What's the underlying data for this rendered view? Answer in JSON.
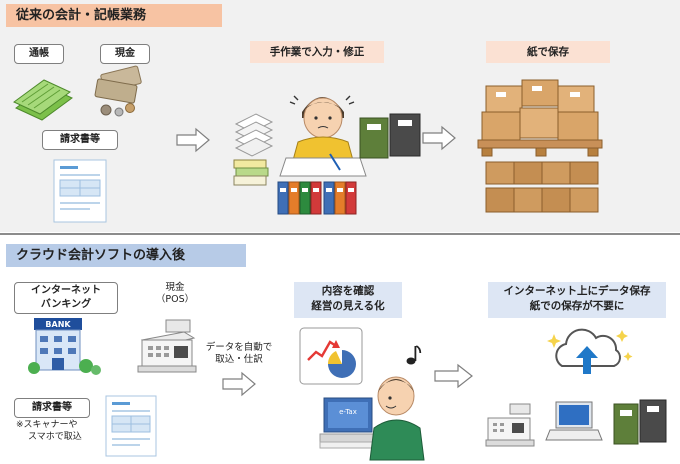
{
  "before": {
    "title": "従来の会計・記帳業務",
    "items": {
      "passbook": "通帳",
      "cash": "現金",
      "invoice": "請求書等"
    },
    "step_manual": "手作業で入力・修正",
    "step_paper": "紙で保存"
  },
  "after": {
    "title": "クラウド会計ソフトの導入後",
    "items": {
      "banking_line1": "インターネット",
      "banking_line2": "バンキング",
      "cash_line1": "現金",
      "cash_line2": "（POS）",
      "invoice": "請求書等",
      "invoice_note_line1": "※スキャナーや",
      "invoice_note_line2": "スマホで取込"
    },
    "import_line1": "データを自動で",
    "import_line2": "取込・仕訳",
    "bank_sign": "BANK",
    "etax": "e-Tax",
    "check_line1": "内容を確認",
    "check_line2": "経営の見える化",
    "store_line1": "インターネット上にデータ保存",
    "store_line2": "紙での保存が不要に"
  },
  "colors": {
    "before_title_bg": "#f7c3a3",
    "before_band_bg": "#fbe1d3",
    "after_title_bg": "#b7cbe7",
    "after_band_bg": "#dde6f4",
    "top_panel_bg": "#f1f1f1"
  },
  "icons": [
    "passbook-icon",
    "cash-icon",
    "invoice-icon",
    "arrow-icon",
    "worker-icon",
    "binder-icon",
    "boxes-icon",
    "bank-icon",
    "register-icon",
    "chart-icon",
    "person-computer-icon",
    "music-note-icon",
    "cloud-upload-icon",
    "laptop-icon"
  ]
}
